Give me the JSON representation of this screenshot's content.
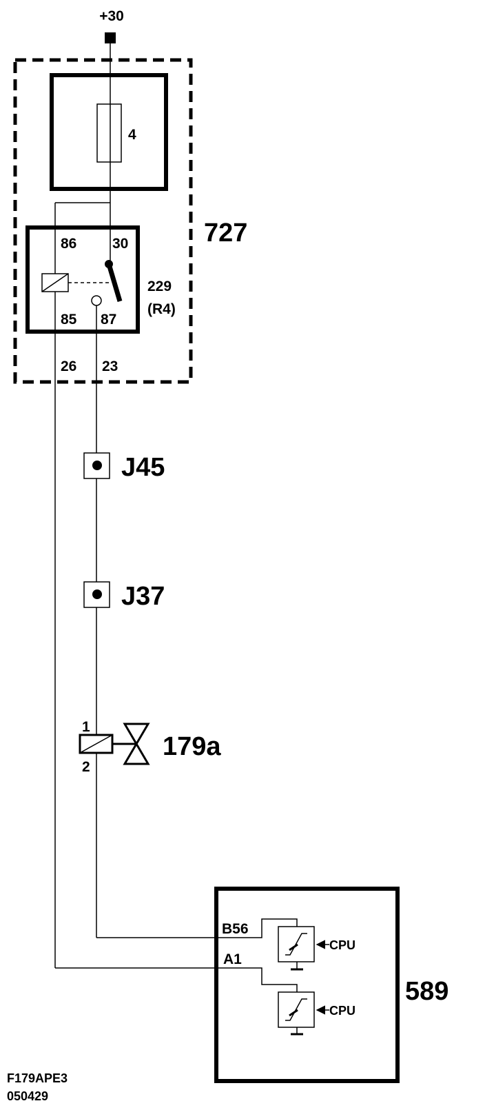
{
  "supply": {
    "label": "+30"
  },
  "fuse_box": {
    "number": "727",
    "fuse_label": "4"
  },
  "relay": {
    "number": "229",
    "position": "(R4)",
    "pins": {
      "p86": "86",
      "p30": "30",
      "p85": "85",
      "p87": "87"
    },
    "terminals": {
      "t26": "26",
      "t23": "23"
    }
  },
  "connectors": [
    {
      "label": "J45"
    },
    {
      "label": "J37"
    }
  ],
  "valve": {
    "label": "179a",
    "pin1": "1",
    "pin2": "2"
  },
  "ecu": {
    "number": "589",
    "pin_b56": "B56",
    "pin_a1": "A1",
    "cpu_upper": "CPU",
    "cpu_lower": "CPU"
  },
  "footer": {
    "code": "F179APE3",
    "date": "050429"
  }
}
